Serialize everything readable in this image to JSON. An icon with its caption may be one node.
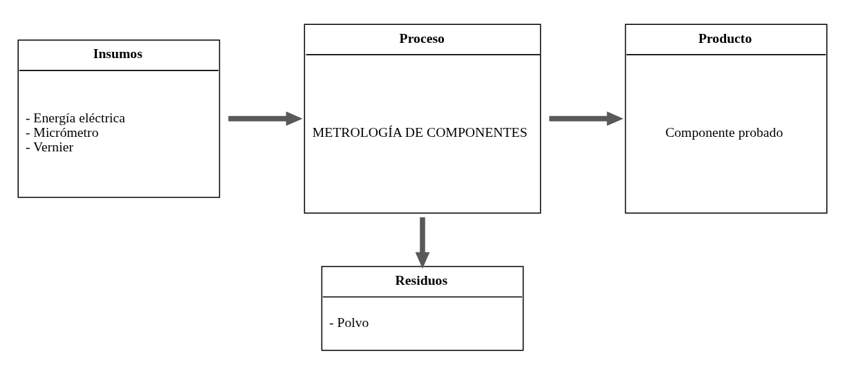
{
  "diagram": {
    "nodes": [
      {
        "text": [
          "Insumos",
          "- Energía eléctrica",
          "- Micrómetro",
          "- Vernier"
        ]
      },
      {
        "text": [
          "Proceso",
          "METROLOGÍA DE COMPONENTES"
        ]
      },
      {
        "text": [
          "Producto",
          "Componente probado"
        ]
      },
      {
        "text": [
          "Residuos",
          "- Polvo"
        ]
      }
    ],
    "edges": [
      {
        "from": 0,
        "to": 1,
        "arrow": "to"
      },
      {
        "from": 1,
        "to": 2,
        "arrow": "to"
      },
      {
        "from": 1,
        "to": 3,
        "arrow": "to"
      }
    ]
  }
}
